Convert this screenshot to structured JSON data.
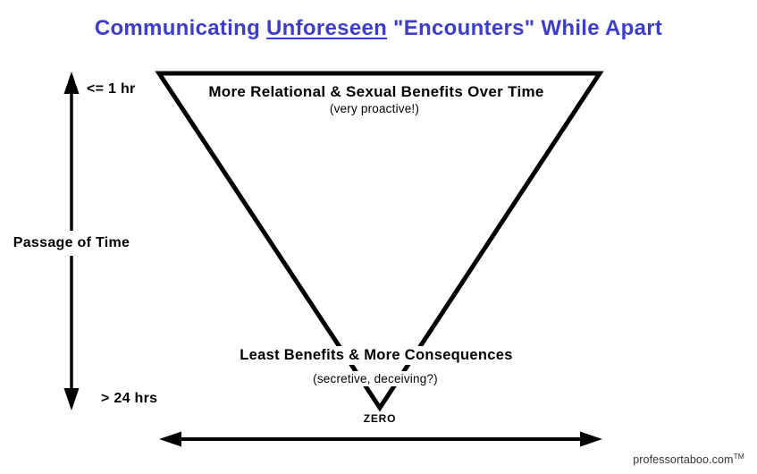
{
  "title": {
    "part1": "Communicating ",
    "underlined": "Unforeseen",
    "part2": " \"Encounters\" While Apart"
  },
  "time_axis": {
    "label": "Passage of Time",
    "min_label": "<= 1 hr",
    "max_label": "> 24 hrs"
  },
  "funnel": {
    "top_heading": "More Relational & Sexual Benefits Over Time",
    "top_note": "(very proactive!)",
    "bottom_heading": "Least Benefits & More Consequences",
    "bottom_note": "(secretive, deceiving?)",
    "apex_label": "ZERO"
  },
  "footer": {
    "watermark": "professortaboo.com",
    "trademark": "TM"
  },
  "colors": {
    "title_text": "#3D3DCC",
    "diagram_ink": "#000000",
    "watermark_text": "#333333",
    "background": "#FFFFFF"
  }
}
